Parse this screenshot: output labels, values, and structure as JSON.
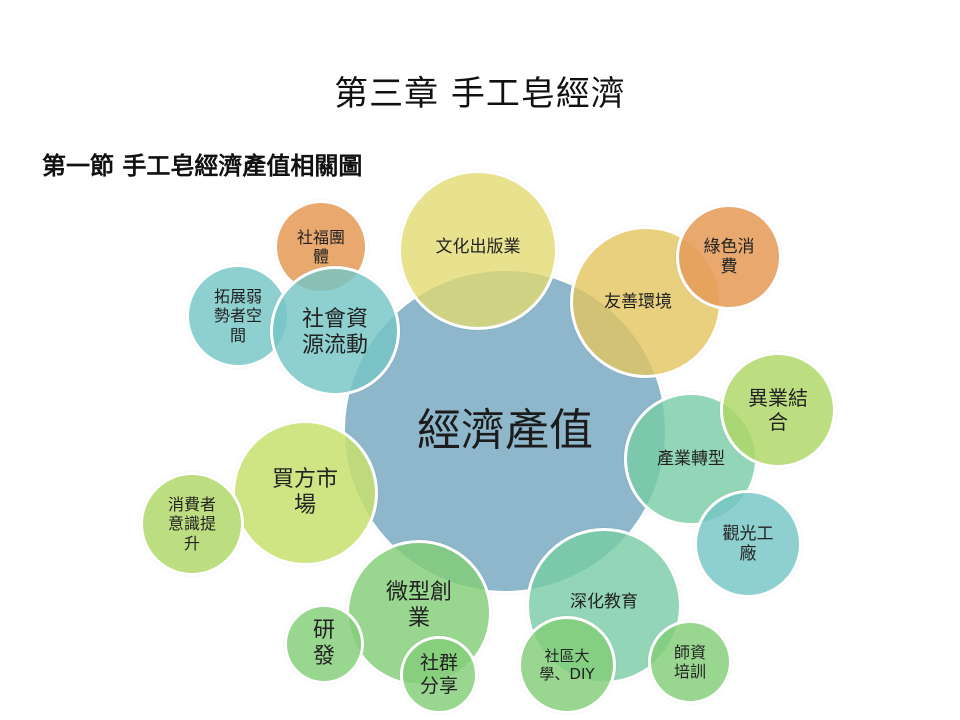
{
  "title": "第三章  手工皂經濟",
  "subtitle": "第一節  手工皂經濟產值相關圖",
  "nodes": {
    "center": "經濟產值",
    "culture_publishing": "文化出版業",
    "friendly_env": "友善環境",
    "green_consumption": "綠色消\n費",
    "social_resources": "社會資\n源流動",
    "social_welfare": "社福團\n體",
    "disadvantaged": "拓展弱\n勢者空\n間",
    "industry_transform": "產業轉型",
    "cross_industry": "異業結\n合",
    "tourism_factory": "觀光工\n廠",
    "buyer_market": "買方市\n場",
    "consumer_awareness": "消費者\n意識提\n升",
    "micro_business": "微型創\n業",
    "research": "研\n發",
    "community_sharing": "社群\n分享",
    "deep_education": "深化教育",
    "community_college": "社區大\n學、DIY",
    "teacher_training": "師資\n培訓"
  },
  "colors": {
    "blue": "#72a5be",
    "yellow": "#e2d86e",
    "gold": "#e4c45f",
    "orange": "#e59c5a",
    "teal": "#75c4c4",
    "green": "#82cd78",
    "lime": "#c7e16e",
    "mint": "#78cca5"
  }
}
